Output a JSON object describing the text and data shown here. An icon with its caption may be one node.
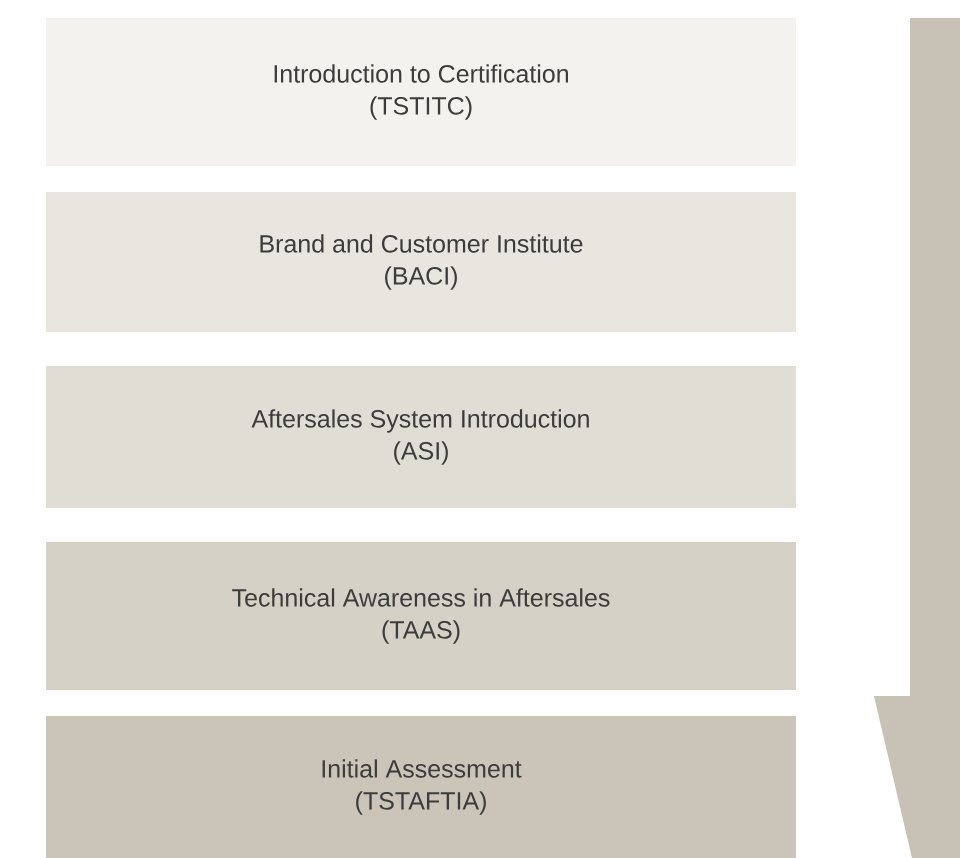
{
  "diagram": {
    "nodes": [
      {
        "text": [
          "Introduction to Certification",
          "(TSTITC)"
        ]
      },
      {
        "text": [
          "Brand and Customer Institute",
          "(BACI)"
        ]
      },
      {
        "text": [
          "Aftersales System Introduction",
          "(ASI)"
        ]
      },
      {
        "text": [
          "Technical Awareness in Aftersales",
          "(TAAS)"
        ]
      },
      {
        "text": [
          "Initial Assessment",
          "(TSTAFTIA)"
        ]
      }
    ]
  }
}
